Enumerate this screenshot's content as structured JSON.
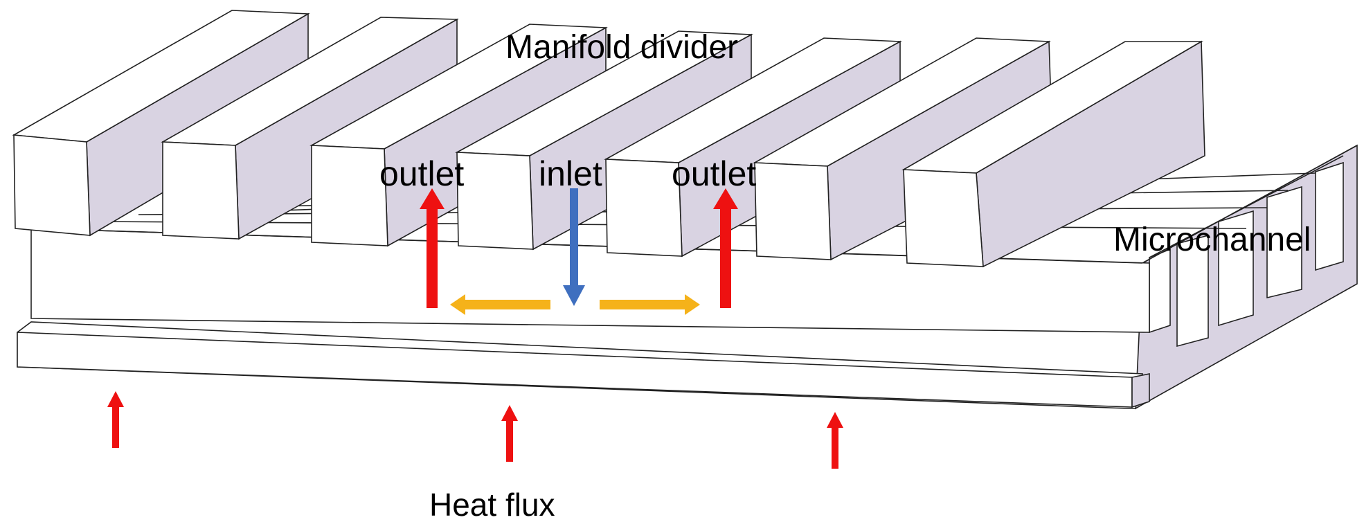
{
  "labels": {
    "manifold_divider": "Manifold divider",
    "outlet_left": "outlet",
    "inlet": "inlet",
    "outlet_right": "outlet",
    "microchannel": "Microchannel",
    "heat_flux": "Heat flux"
  },
  "colors": {
    "divider_side": "#d9d3e2",
    "outlet_arrow": "#ee1111",
    "inlet_arrow": "#3f6fbf",
    "flow_arrow": "#f5b21a",
    "heat_arrow": "#ee1111"
  }
}
